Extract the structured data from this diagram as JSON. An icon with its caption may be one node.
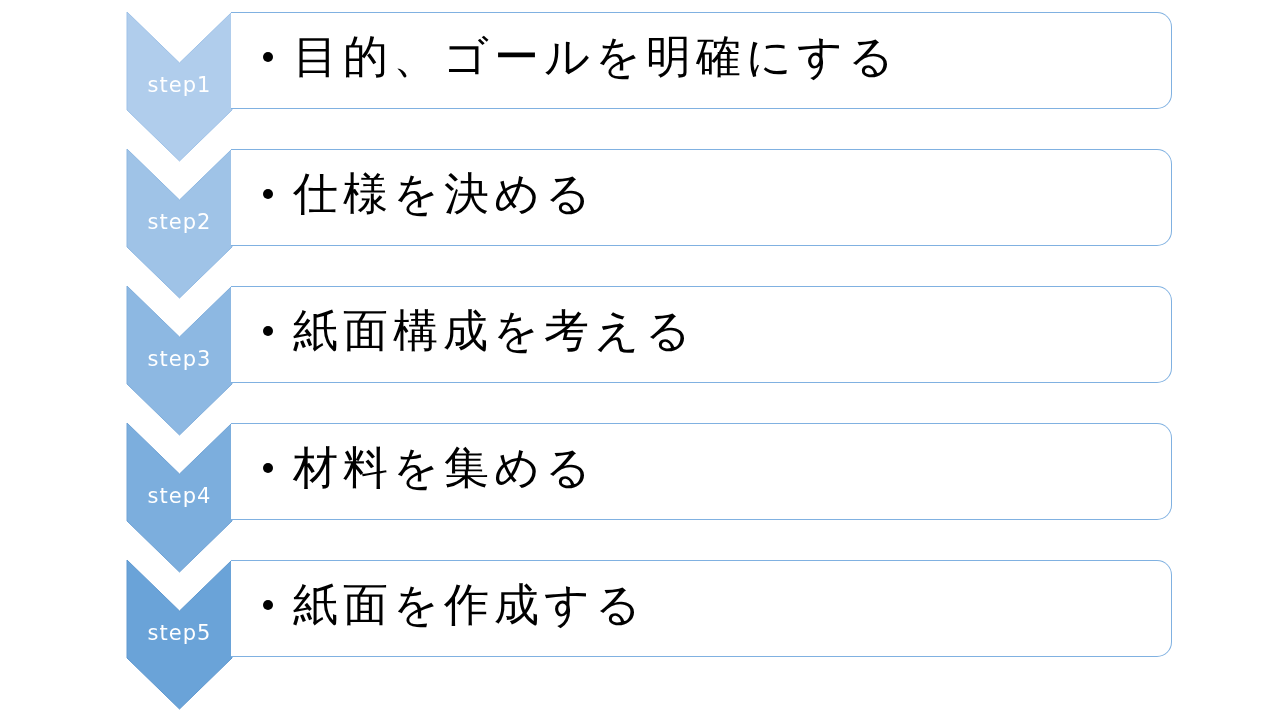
{
  "diagram": {
    "nodes": [
      {
        "text": [
          "step1"
        ]
      },
      {
        "text": [
          "目的、ゴールを明確にする"
        ]
      },
      {
        "text": [
          "step2"
        ]
      },
      {
        "text": [
          "仕様を決める"
        ]
      },
      {
        "text": [
          "step3"
        ]
      },
      {
        "text": [
          "紙面構成を考える"
        ]
      },
      {
        "text": [
          "step4"
        ]
      },
      {
        "text": [
          "材料を集める"
        ]
      },
      {
        "text": [
          "step5"
        ]
      },
      {
        "text": [
          "紙面を作成する"
        ]
      }
    ]
  }
}
